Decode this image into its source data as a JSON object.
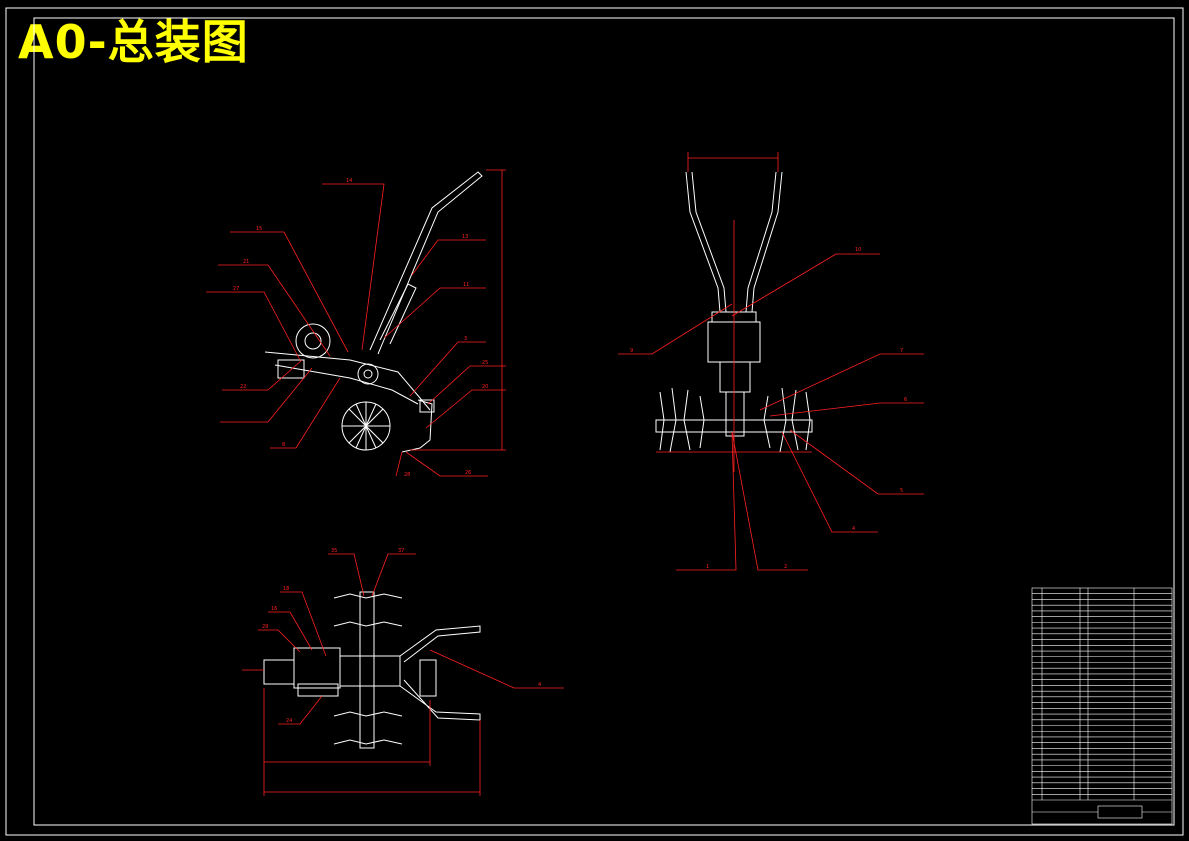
{
  "sheet": {
    "title": "A0-总装图"
  },
  "views": {
    "side": {
      "callouts": [
        "14",
        "15",
        "21",
        "27",
        "13",
        "11",
        "3",
        "25",
        "20",
        "26",
        "28",
        "22",
        "8"
      ]
    },
    "front": {
      "callouts": [
        "10",
        "9",
        "7",
        "6",
        "5",
        "4",
        "1",
        "2"
      ]
    },
    "top": {
      "callouts": [
        "35",
        "37",
        "18",
        "16",
        "29",
        "24",
        "4"
      ]
    }
  },
  "colors": {
    "outline": "#ffffff",
    "dimension": "#ff2020",
    "title": "#ffff00",
    "background": "#000000"
  }
}
